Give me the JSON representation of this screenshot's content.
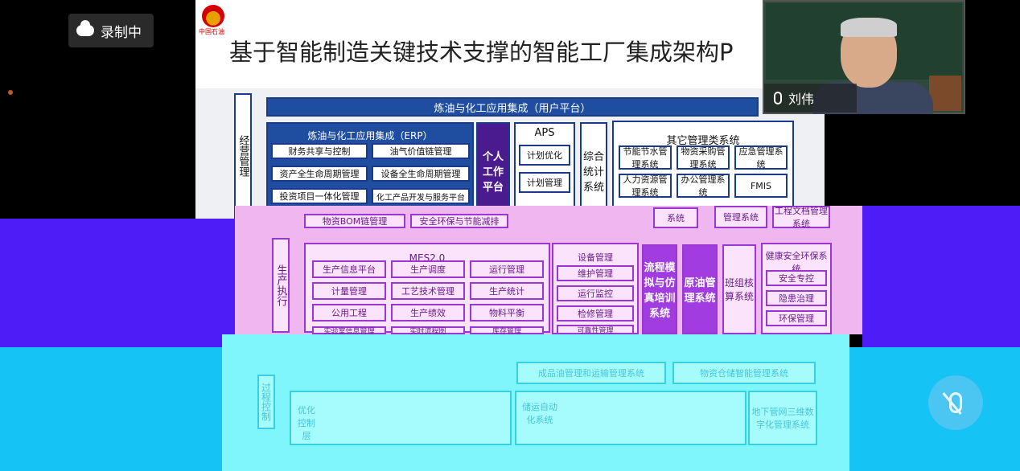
{
  "recording": {
    "label": "录制中"
  },
  "slide": {
    "logo_text": "中国石油",
    "title": "基于智能制造关键技术支撑的智能工厂集成架构P",
    "platform": "炼油与化工应用集成（用户平台）",
    "mgmt_label": "经营管理",
    "erp_title": "炼油与化工应用集成（ERP）",
    "erp_items": [
      "财务共享与控制",
      "油气价值链管理",
      "资产全生命周期管理",
      "设备全生命周期管理",
      "投资项目一体化管理",
      "化工产品开发与服务平台"
    ],
    "personal_platform": "个人工作平台",
    "aps_title": "APS",
    "aps_items": [
      "计划优化",
      "计划管理"
    ],
    "stats": "综合统计系统",
    "other_title": "其它管理类系统",
    "other_items": [
      "节能节水管理系统",
      "物资采购管理系统",
      "应急管理系统",
      "人力资源管理系统",
      "办公管理系统",
      "FMIS"
    ]
  },
  "pink_section": {
    "row_items": [
      "物资BOM链管理",
      "安全环保与节能减排",
      "系统",
      "管理系统",
      "工程文档管理系统"
    ],
    "prod_label": "生产执行",
    "mes_title": "MES2.0",
    "mes_items": [
      "生产信息平台",
      "生产调度",
      "运行管理",
      "计量管理",
      "工艺技术管理",
      "生产统计",
      "公用工程",
      "生产绩效",
      "物料平衡",
      "实验室信息管理",
      "实时流程图",
      "库存管理"
    ],
    "equip_title": "设备管理",
    "equip_items": [
      "维护管理",
      "运行监控",
      "检修管理",
      "可靠性管理"
    ],
    "sim": "流程模拟与仿真培训系统",
    "crude": "原油管理系统",
    "team": "班组核算系统",
    "hse_title": "健康安全环保系统",
    "hse_items": [
      "安全专控",
      "隐患治理",
      "环保管理"
    ]
  },
  "cyan_section": {
    "top_items": [
      "成品油管理和运输管理系统",
      "物资仓储智能管理系统"
    ],
    "ctrl_label": "过程控制",
    "left_box": "优化控制层",
    "right_box": "储运自动化系统",
    "far_right": "地下管网三维数字化管理系统"
  },
  "webcam": {
    "name": "刘伟"
  },
  "colors": {
    "pink_band": "#f0b6f0",
    "blue_band": "#4d1cf7",
    "cyan_band": "#7ef6fb",
    "sky_band": "#15c3f4"
  }
}
